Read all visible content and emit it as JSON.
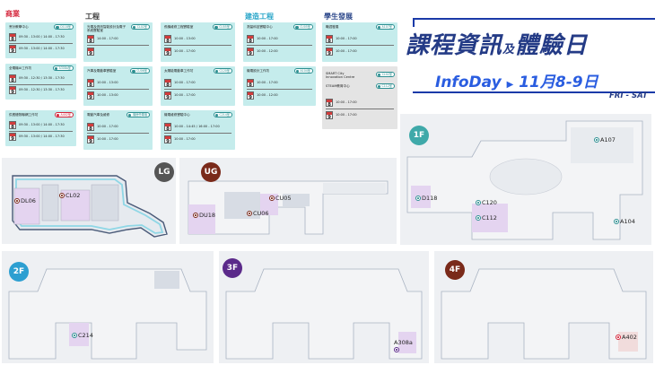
{
  "colors": {
    "business": "#d4243a",
    "engineering": "#3a3a3a",
    "construction": "#2aa6c9",
    "student": "#2f4a8c",
    "card_teal": "#c5ecec",
    "card_grey": "#e4e4e4",
    "accent_teal": "#2c8f91",
    "lg_badge": "#555555",
    "ug_badge": "#7a2a1a",
    "f1_badge": "#3fa9a9",
    "f2_badge": "#2d9fd1",
    "f3_badge": "#5b2a8a",
    "f4_badge": "#7a2a1a"
  },
  "categories": {
    "business": "商業",
    "engineering": "工程",
    "construction": "建造工程",
    "student": "學生發展"
  },
  "cards": {
    "b1": {
      "name": "會計教學中心",
      "badge": "D118室",
      "d1": "8",
      "t1": "09:30 - 13:00 / 14:00 - 17:30",
      "d2": "9",
      "t2": "09:30 - 13:00 / 14:00 - 17:30"
    },
    "b2": {
      "name": "全電機AI工作坊",
      "badge": "A308a室",
      "d1": "8",
      "t1": "09:30 - 12:30 / 13:30 - 17:30",
      "d2": "9",
      "t2": "09:30 - 12:30 / 13:30 - 17:30"
    },
    "b3": {
      "name": "供應鏈物聯網工作坊",
      "badge": "A402室",
      "d1": "8",
      "t1": "09:30 - 13:00 / 14:00 - 17:30",
      "d2": "9",
      "t2": "09:30 - 13:00 / 14:00 - 17:30"
    },
    "e1": {
      "name": "光電及資訊智能設計及電子系統實驗室",
      "badge": "CL02室",
      "d1": "8",
      "t1": "14:00 - 17:00",
      "d2": "9",
      "t2": ""
    },
    "e2": {
      "name": "汽車及電動車實驗室",
      "badge": "CU06室",
      "d1": "8",
      "t1": "10:00 - 13:00",
      "d2": "9",
      "t2": "10:00 - 13:00"
    },
    "e3": {
      "name": "電動汽車及維修",
      "badge": "機房停車場",
      "d1": "8",
      "t1": "10:00 - 17:00",
      "d2": "9",
      "t2": "10:00 - 17:00"
    },
    "e4": {
      "name": "飛機維修工程實驗室",
      "badge": "CU05室",
      "d1": "8",
      "t1": "10:00 - 13:00",
      "d2": "9",
      "t2": "10:00 - 17:00"
    },
    "e5": {
      "name": "太陽能電動車工作坊",
      "badge": "C120室",
      "d1": "8",
      "t1": "10:00 - 17:00",
      "d2": "9",
      "t2": "10:00 - 17:00"
    },
    "e6": {
      "name": "機電維修實驗中心",
      "badge": "C214室",
      "d1": "8",
      "t1": "10:00 - 14:45 / 16:00 - 17:00",
      "d2": "9",
      "t2": "10:00 - 17:00"
    },
    "c1": {
      "name": "測量科技實驗中心",
      "badge": "CU05室",
      "d1": "8",
      "t1": "10:00 - 17:00",
      "d2": "9",
      "t2": "10:00 - 12:00"
    },
    "c2": {
      "name": "機電設計工作坊",
      "badge": "A104室",
      "d1": "8",
      "t1": "10:00 - 17:00",
      "d2": "9",
      "t2": "10:00 - 12:00"
    },
    "s1": {
      "name": "職涯發展",
      "badge": "A107室",
      "d1": "8",
      "t1": "10:00 - 17:00",
      "d2": "9",
      "t2": "10:00 - 17:00"
    },
    "s2": {
      "name": "SMART City Innovation Centre",
      "badge": "CL02室",
      "name2": "STEAM教育中心",
      "badge2": "C112室",
      "d1": "8",
      "t1": "10:00 - 17:00",
      "d2": "9",
      "t2": "10:00 - 17:00"
    }
  },
  "banner": {
    "title_a": "課程資訊",
    "title_small": "及",
    "title_b": "體驗日",
    "infoday": "InfoDay",
    "dates": "11月8-9日",
    "weekday": "FRI - SAT"
  },
  "floors": {
    "lg": {
      "label": "LG",
      "rooms": [
        "DL06",
        "CL02"
      ]
    },
    "ug": {
      "label": "UG",
      "rooms": [
        "CU05",
        "DU18",
        "CU06"
      ]
    },
    "f1": {
      "label": "1F",
      "rooms": [
        "A107",
        "D118",
        "C120",
        "C112",
        "A104"
      ]
    },
    "f2": {
      "label": "2F",
      "rooms": [
        "C214"
      ]
    },
    "f3": {
      "label": "3F",
      "rooms": [
        "A308a"
      ]
    },
    "f4": {
      "label": "4F",
      "rooms": [
        "A402"
      ]
    }
  }
}
